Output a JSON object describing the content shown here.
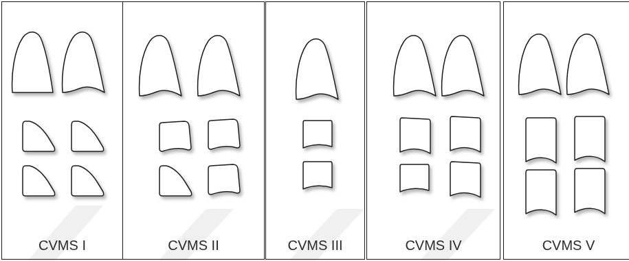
{
  "diagram": {
    "nodes": [
      {
        "text": [
          "CVMS I"
        ]
      },
      {
        "text": [
          "CVMS II"
        ]
      },
      {
        "text": [
          "CVMS III"
        ]
      },
      {
        "text": [
          "CVMS IV"
        ]
      },
      {
        "text": [
          "CVMS V"
        ]
      }
    ]
  }
}
